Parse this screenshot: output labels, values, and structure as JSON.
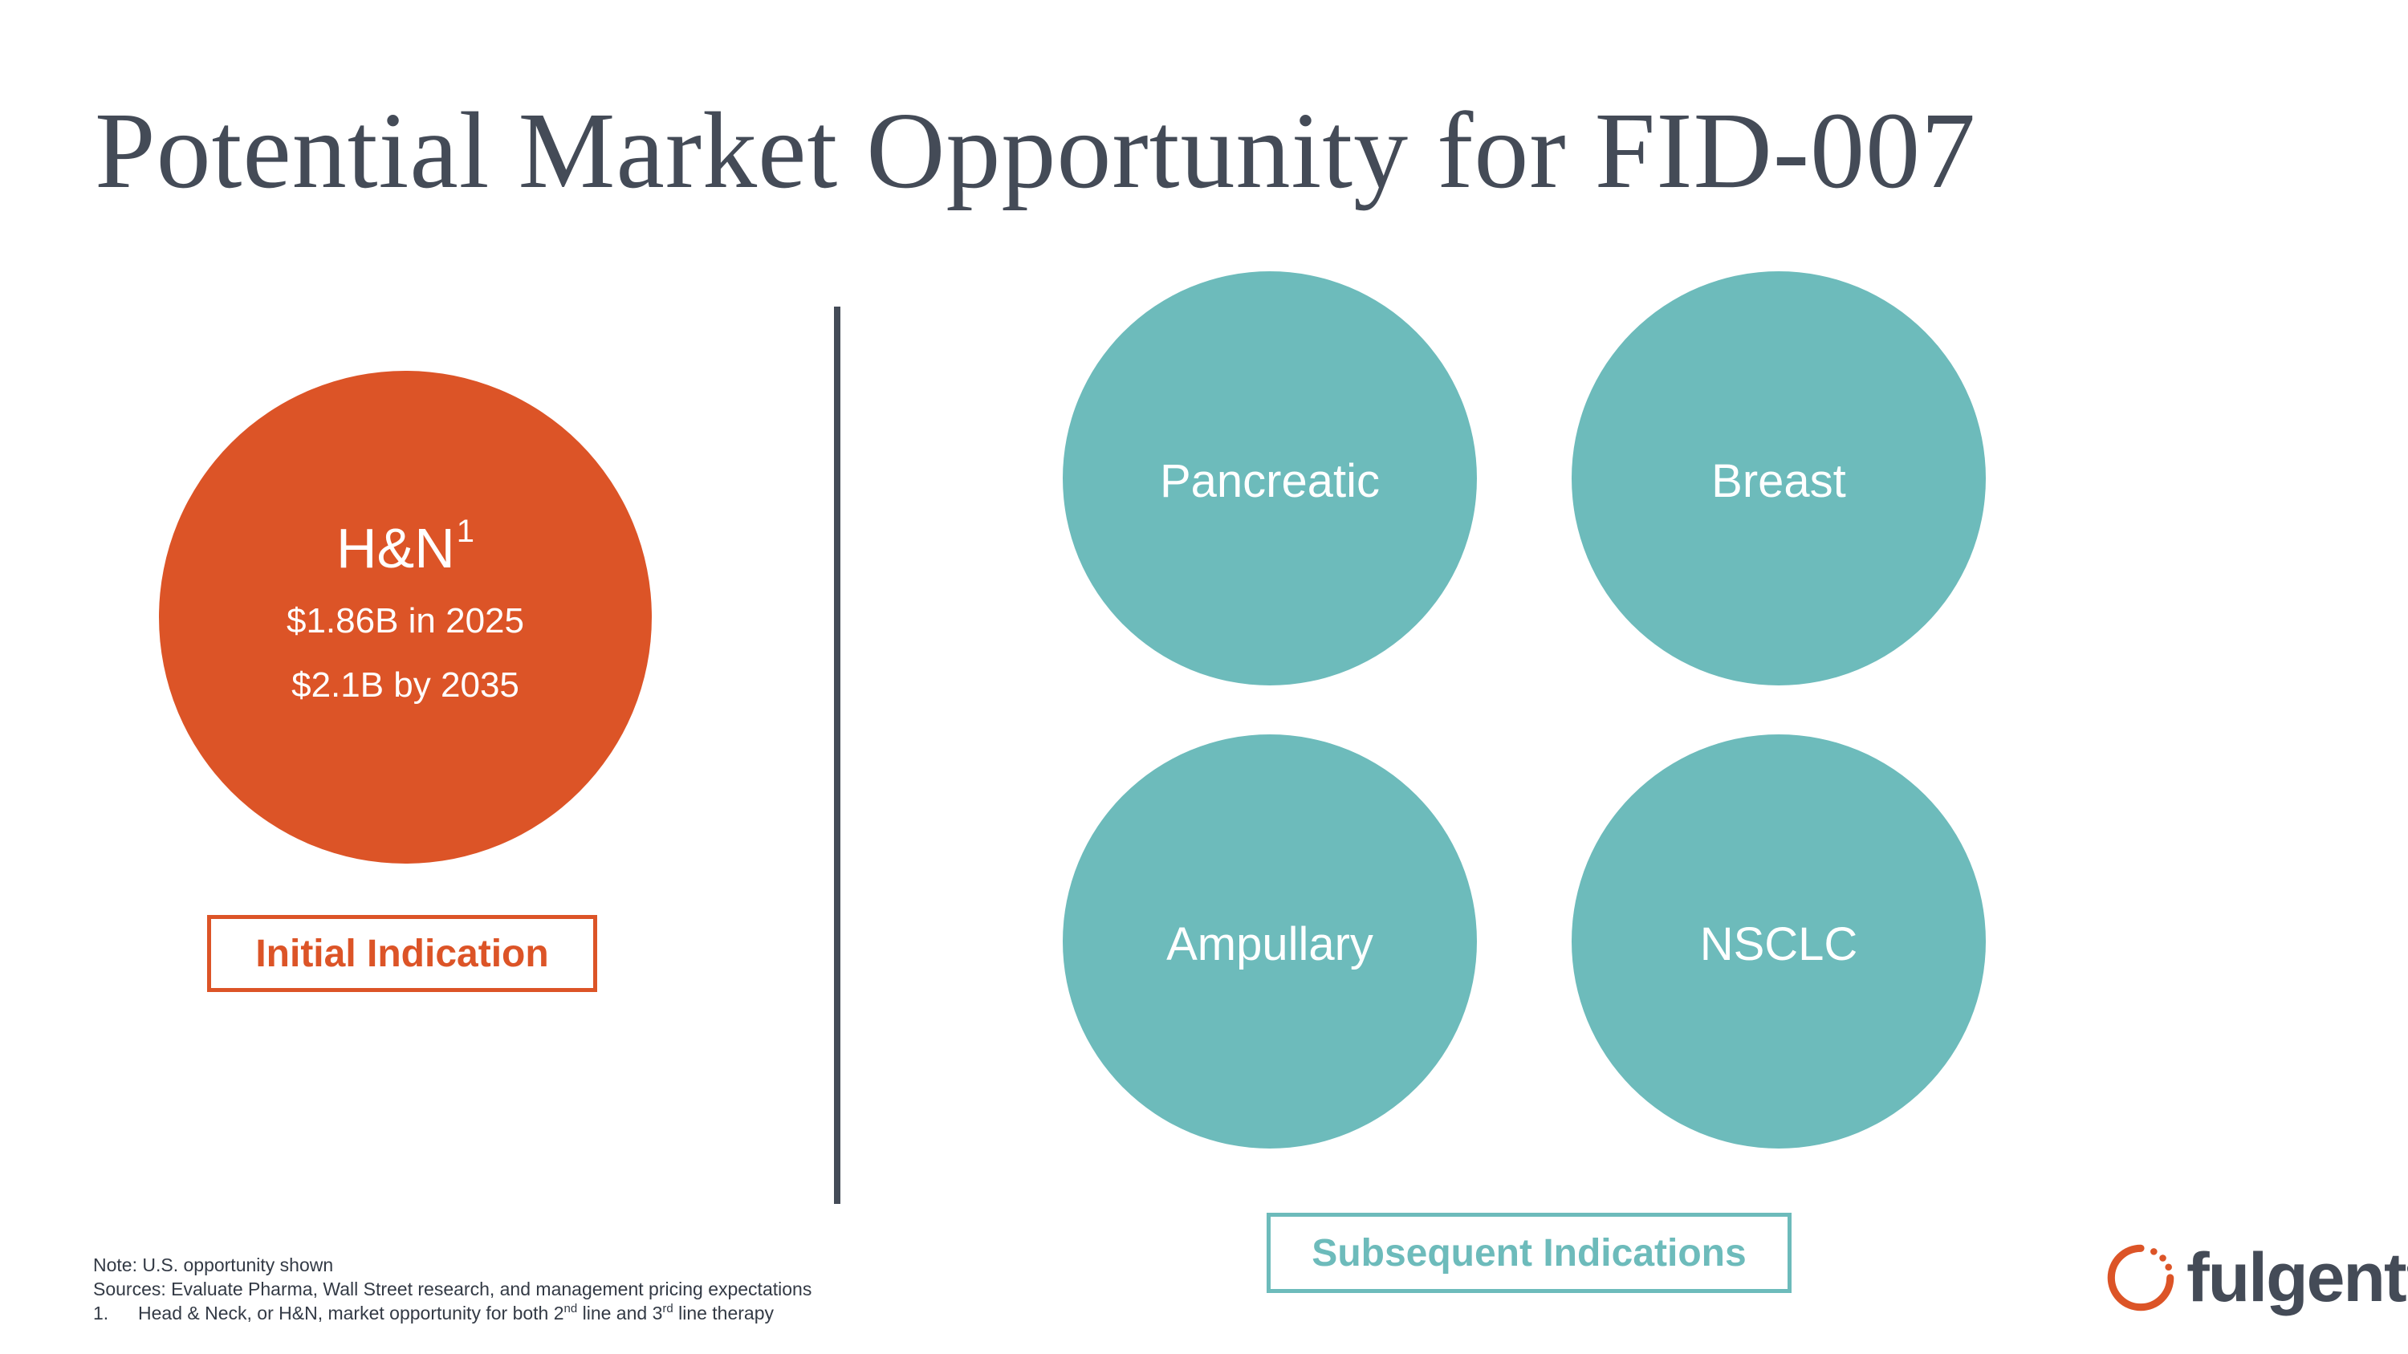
{
  "title": "Potential Market Opportunity for FID-007",
  "initial": {
    "name": "H&N",
    "footnote_marker": "1",
    "value_2025": "$1.86B in 2025",
    "value_2035": "$2.1B by 2035",
    "label": "Initial Indication",
    "color": "#dc5427"
  },
  "subsequent": {
    "items": [
      {
        "label": "Pancreatic"
      },
      {
        "label": "Breast"
      },
      {
        "label": "Ampullary"
      },
      {
        "label": "NSCLC"
      }
    ],
    "label": "Subsequent Indications",
    "color": "#6dbbbb"
  },
  "footnotes": {
    "note": "Note: U.S. opportunity shown",
    "sources": "Sources: Evaluate Pharma, Wall Street research, and management pricing expectations",
    "fn1_number": "1.",
    "fn1_part1": "Head & Neck, or H&N, market opportunity for both 2",
    "fn1_sup1": "nd",
    "fn1_part2": " line and 3",
    "fn1_sup2": "rd",
    "fn1_part3": " line therapy"
  },
  "logo": {
    "text": "fulgent",
    "registered": "®",
    "icon": "fulgent-ring-icon"
  },
  "colors": {
    "title": "#444b57",
    "accent_orange": "#dc5427",
    "accent_teal": "#6dbbbb"
  }
}
